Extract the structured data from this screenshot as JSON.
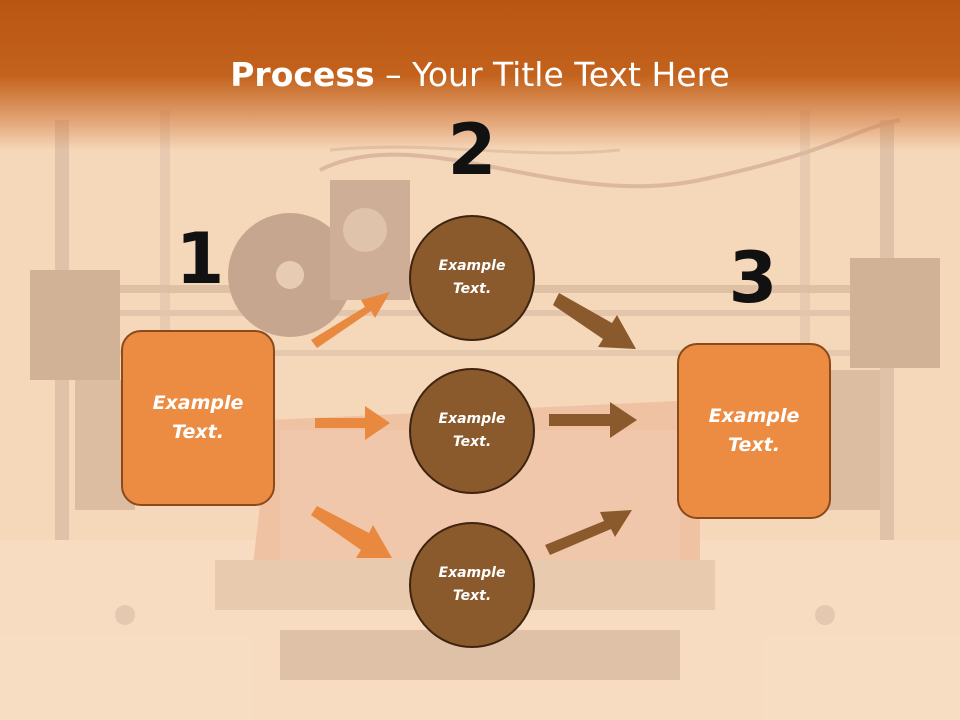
{
  "title": {
    "bold": "Process",
    "rest": " – Your Title Text Here"
  },
  "steps": [
    {
      "number": "1",
      "text": "Example Text."
    },
    {
      "number": "2"
    },
    {
      "number": "3",
      "text": "Example Text."
    }
  ],
  "circles": [
    {
      "text": "Example Text."
    },
    {
      "text": "Example Text."
    },
    {
      "text": "Example Text."
    }
  ],
  "colors": {
    "header": "#b85612",
    "box_fill": "#ec8b42",
    "box_border": "#8b4a1a",
    "circle_fill": "#8a5a2d",
    "arrow_orange": "#e8893f",
    "arrow_brown": "#8a5a2d"
  }
}
